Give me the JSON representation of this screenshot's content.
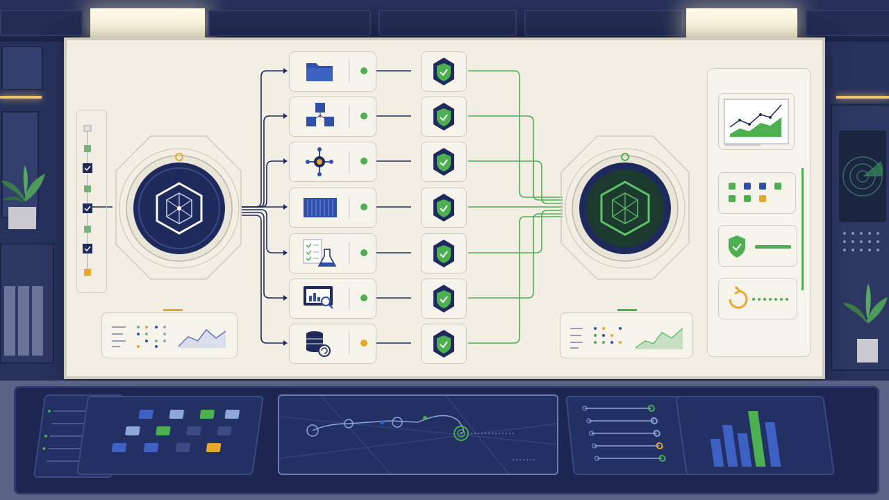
{
  "scene": {
    "colors": {
      "navy": "#1f2a5c",
      "screen_bg": "#f2eee3",
      "accent_green": "#4caf50",
      "accent_blue": "#2f4fa8",
      "accent_yellow": "#e6a72a",
      "wall": "#27325c"
    }
  },
  "diagram": {
    "source_hub": {
      "icon": "hexagon-network-icon"
    },
    "target_hub": {
      "icon": "hexagon-network-icon"
    },
    "rows": [
      {
        "icon": "folder-icon",
        "status": "green"
      },
      {
        "icon": "cubes-icon",
        "status": "green"
      },
      {
        "icon": "network-node-icon",
        "status": "green"
      },
      {
        "icon": "container-icon",
        "status": "green"
      },
      {
        "icon": "checklist-flask-icon",
        "status": "green"
      },
      {
        "icon": "monitor-analytics-icon",
        "status": "green"
      },
      {
        "icon": "database-sync-icon",
        "status": "yellow"
      }
    ],
    "security_icon": "shield-check-icon",
    "left_stack": [
      "empty",
      "check",
      "empty",
      "check",
      "check",
      "check",
      "diamond"
    ],
    "right_panels": [
      {
        "icon": "line-chart-icon"
      },
      {
        "icon": "status-grid-icon"
      },
      {
        "icon": "shield-check-icon"
      },
      {
        "icon": "refresh-icon"
      }
    ]
  }
}
